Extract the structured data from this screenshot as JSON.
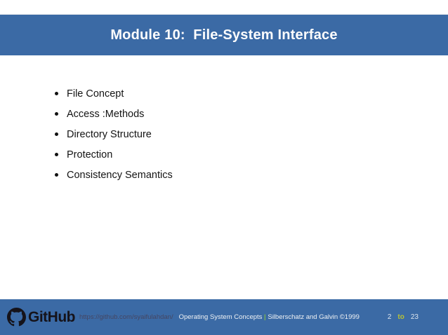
{
  "slide": {
    "title": "Module 10:  File-System Interface",
    "bullets": [
      "File Concept",
      "Access :Methods",
      "Directory Structure",
      "Protection",
      "Consistency Semantics"
    ]
  },
  "footer": {
    "brand": "GitHub",
    "url": "https://github.com/syaifulahdan/",
    "course": "Operating System Concepts",
    "separator": "|",
    "credits": "Silberschatz and Galvin ©1999",
    "page_current": "2",
    "page_connector": "to",
    "page_total": "23"
  },
  "colors": {
    "bar_blue": "#3b6aa5",
    "separator_green": "#7eb74b",
    "connector_yellow": "#b9c233",
    "url_text": "#454663",
    "logo_black": "#15131a"
  }
}
